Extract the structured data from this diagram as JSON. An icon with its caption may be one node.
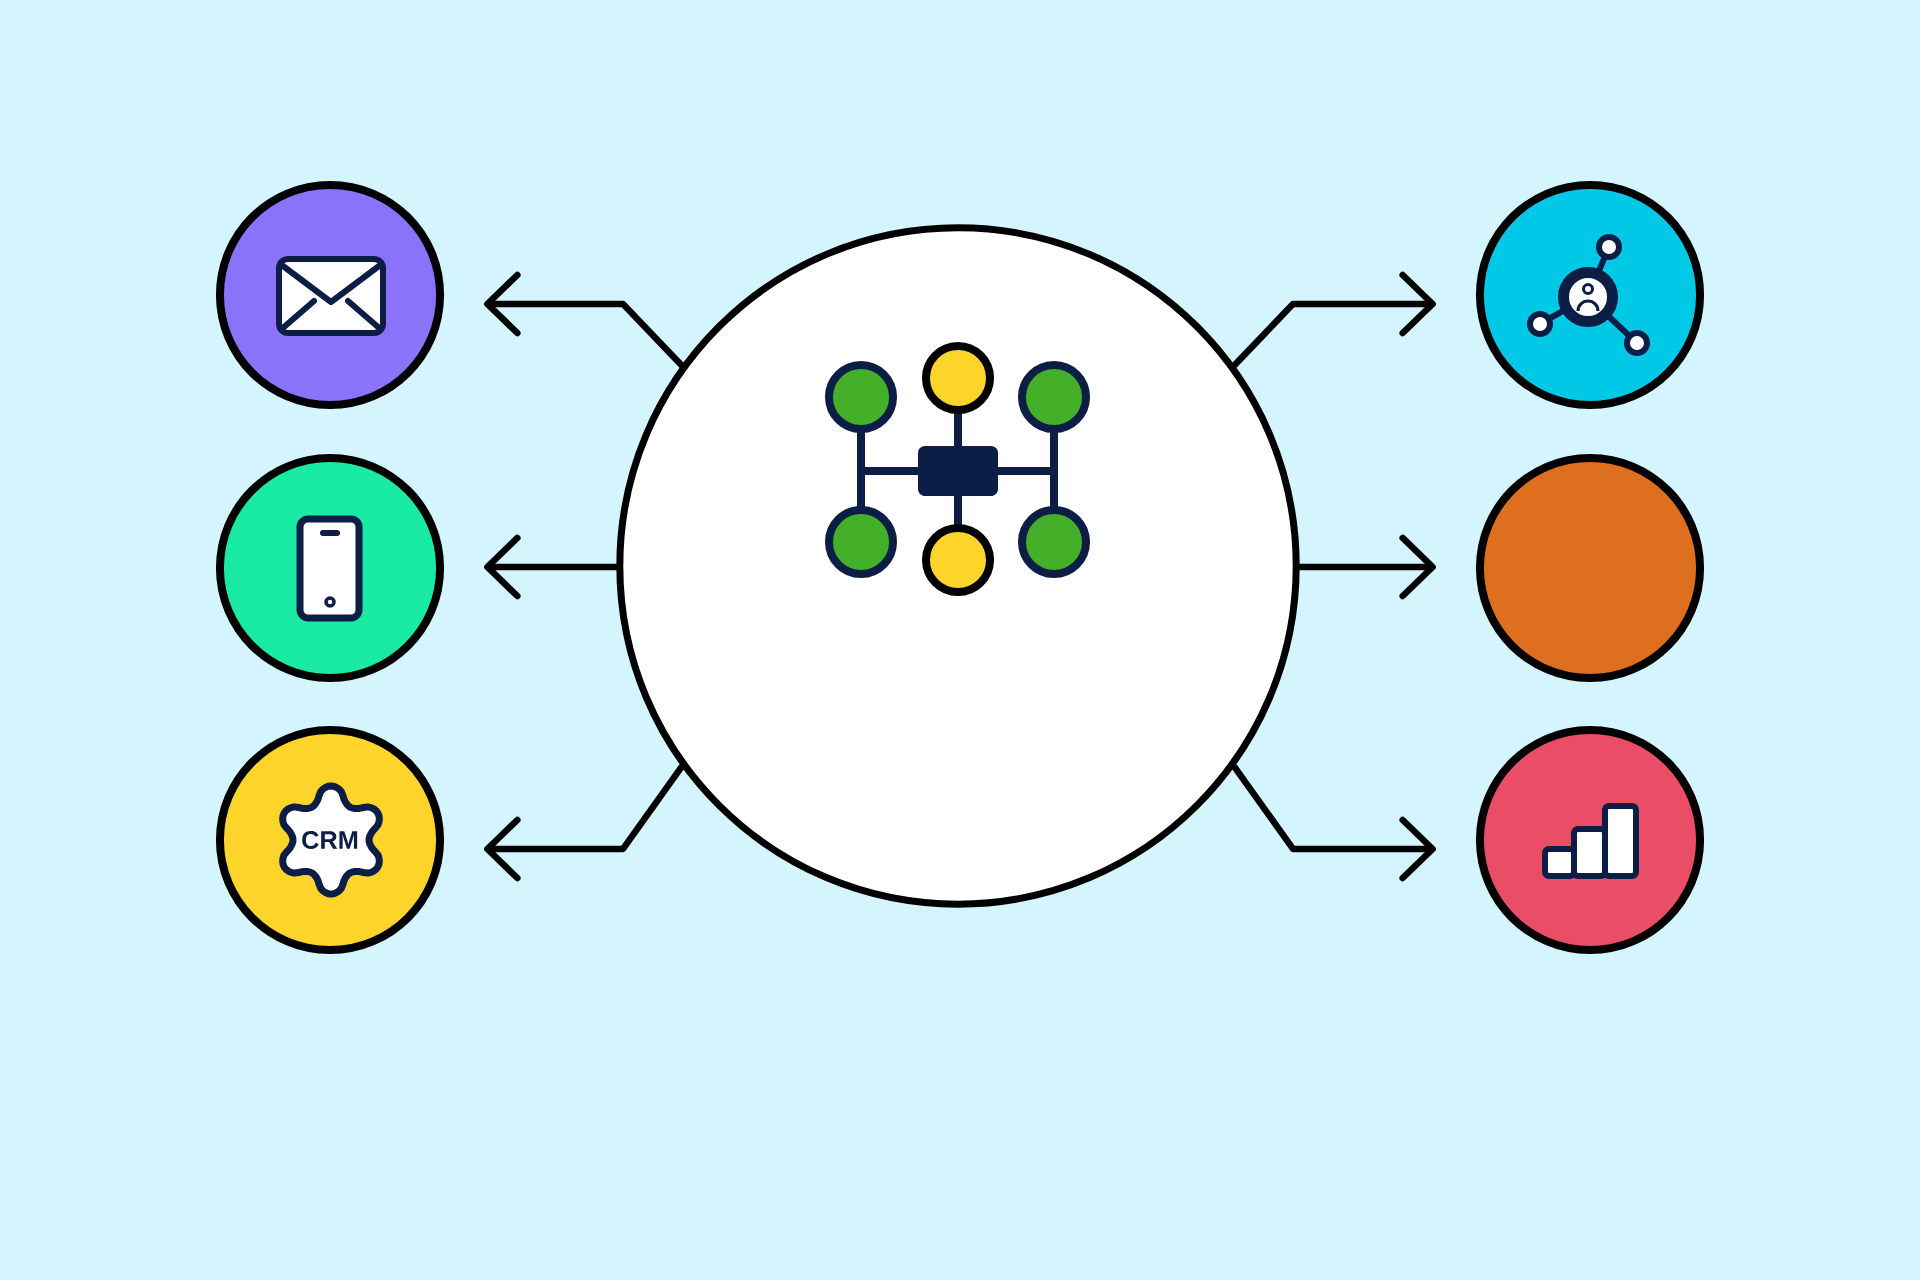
{
  "diagram": {
    "nodes": [
      {
        "text": [],
        "shape": "circle"
      },
      {
        "text": [],
        "shape": "circle"
      },
      {
        "text": [
          "CRM"
        ]
      },
      {
        "text": [],
        "shape": "circle"
      },
      {
        "text": [],
        "shape": "circle"
      },
      {
        "text": [],
        "shape": "circle"
      },
      {
        "text": [],
        "shape": "circle"
      }
    ],
    "edges": [
      {
        "from": 3,
        "to": 0,
        "arrow": "to"
      },
      {
        "from": 3,
        "to": 1,
        "arrow": "to"
      },
      {
        "from": 3,
        "to": 2,
        "arrow": "to"
      },
      {
        "from": 3,
        "to": 4,
        "arrow": "to"
      },
      {
        "from": 3,
        "to": 5,
        "arrow": "to"
      },
      {
        "from": 3,
        "to": 6,
        "arrow": "to"
      }
    ]
  }
}
